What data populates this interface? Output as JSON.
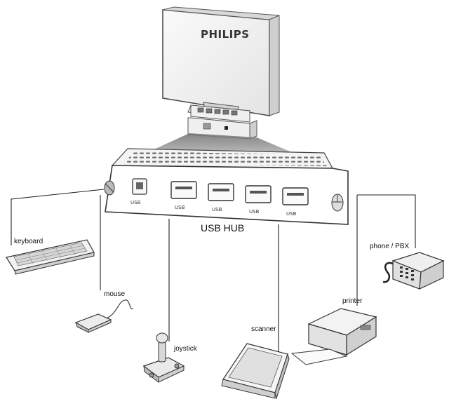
{
  "diagram": {
    "monitor_brand": "PHILIPS",
    "hub_label": "USB HUB",
    "port_label": "USB",
    "devices": {
      "keyboard": "keyboard",
      "mouse": "mouse",
      "joystick": "joystick",
      "scanner": "scanner",
      "printer": "printer",
      "phone": "phone / PBX"
    }
  }
}
